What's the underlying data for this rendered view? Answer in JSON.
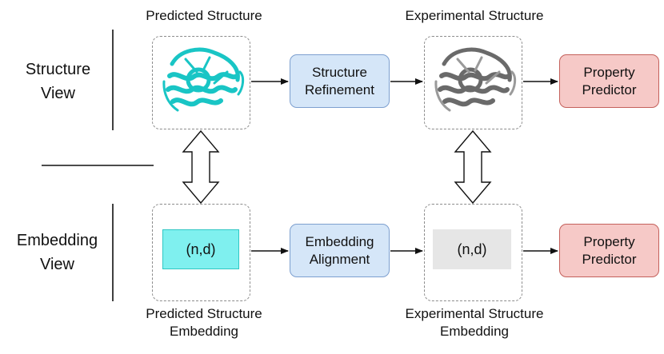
{
  "top_labels": {
    "predicted_structure": "Predicted Structure",
    "experimental_structure": "Experimental Structure"
  },
  "bottom_labels": {
    "predicted_embedding_line1": "Predicted Structure",
    "predicted_embedding_line2": "Embedding",
    "experimental_embedding_line1": "Experimental Structure",
    "experimental_embedding_line2": "Embedding"
  },
  "views": {
    "structure_line1": "Structure",
    "structure_line2": "View",
    "embedding_line1": "Embedding",
    "embedding_line2": "View"
  },
  "boxes": {
    "structure_refinement": "Structure\nRefinement",
    "embedding_alignment": "Embedding\nAlignment",
    "property_predictor_top": "Property\nPredictor",
    "property_predictor_bottom": "Property\nPredictor"
  },
  "embedding_shape": {
    "predicted": "(n,d)",
    "experimental": "(n,d)"
  },
  "colors": {
    "cyan_fill": "#7ff0ef",
    "cyan_border": "#2fc7c4",
    "gray_fill": "#e6e6e6",
    "blue_box": "#d5e6f8",
    "red_box": "#f6c9c7",
    "protein_cyan": "#19c5c5",
    "protein_gray": "#6a6a6a"
  }
}
